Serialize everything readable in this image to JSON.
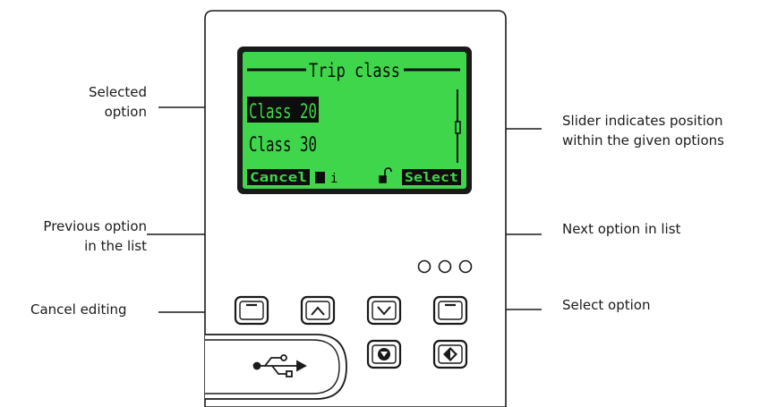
{
  "callouts": {
    "selected_option": [
      "Selected",
      "option"
    ],
    "slider": [
      "Slider indicates position",
      "within the given options"
    ],
    "previous_option": [
      "Previous option",
      "in the list"
    ],
    "next_option": "Next option in list",
    "cancel_editing": "Cancel editing",
    "select_option": "Select option"
  },
  "display": {
    "title": "Trip class",
    "options": [
      "Class 20",
      "Class 30"
    ],
    "selected_index": 0,
    "softkey_left": "Cancel",
    "info_label": "i",
    "softkey_right": "Select"
  },
  "colors": {
    "lcd_background": "#3fd64b",
    "lcd_frame": "#1a1a1a",
    "device_body": "#ffffff",
    "outline": "#1a1a1a"
  },
  "icons": {
    "up_button": "chevron-up-icon",
    "down_button": "chevron-down-icon",
    "left_softkey": "dash-icon",
    "right_softkey": "dash-icon",
    "stop_button": "stop-icon",
    "start_button": "start-icon",
    "usb": "usb-icon",
    "lock": "lock-icon",
    "status_leds": "led-icon"
  }
}
